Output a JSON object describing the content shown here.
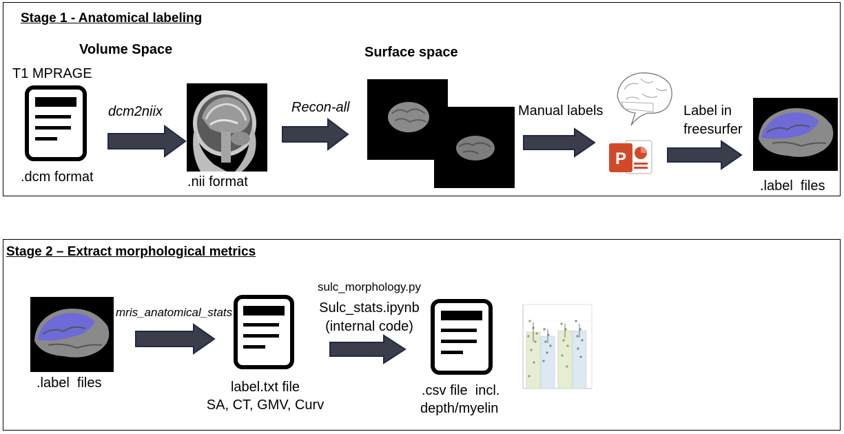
{
  "stage1": {
    "title": "Stage 1 - Anatomical labeling",
    "volume_space": "Volume Space",
    "surface_space": "Surface space",
    "t1_label": "T1 MPRAGE",
    "dcm_format": ".dcm format",
    "dcm2niix": "dcm2niix",
    "nii_format": ".nii format",
    "recon_all": "Recon-all",
    "manual_labels": "Manual labels",
    "label_in": "Label in",
    "freesurfer": "freesurfer",
    "label_files": ".label  files"
  },
  "stage2": {
    "title": "Stage 2 – Extract morphological metrics",
    "label_files": ".label  files",
    "mris_stats": "mris_anatomical_stats",
    "label_txt_file": "label.txt file",
    "metrics": "SA, CT, GMV, Curv",
    "sulc_morphology": "sulc_morphology.py",
    "sulc_stats": "Sulc_stats.ipynb",
    "internal_code": "(internal code)",
    "csv_file": ".csv file  incl.",
    "depth_myelin": "depth/myelin"
  },
  "colors": {
    "arrow": "#3b3d4a",
    "arrow_outline": "#1f2a44",
    "label_overlay": "#6e6ad8",
    "powerpoint": "#d04a2a"
  },
  "icons": [
    "document-icon",
    "mri-scan-image",
    "brain-surface-image",
    "brain-sketch-image",
    "powerpoint-icon",
    "labeled-brain-image",
    "bar-chart-thumbnail"
  ]
}
